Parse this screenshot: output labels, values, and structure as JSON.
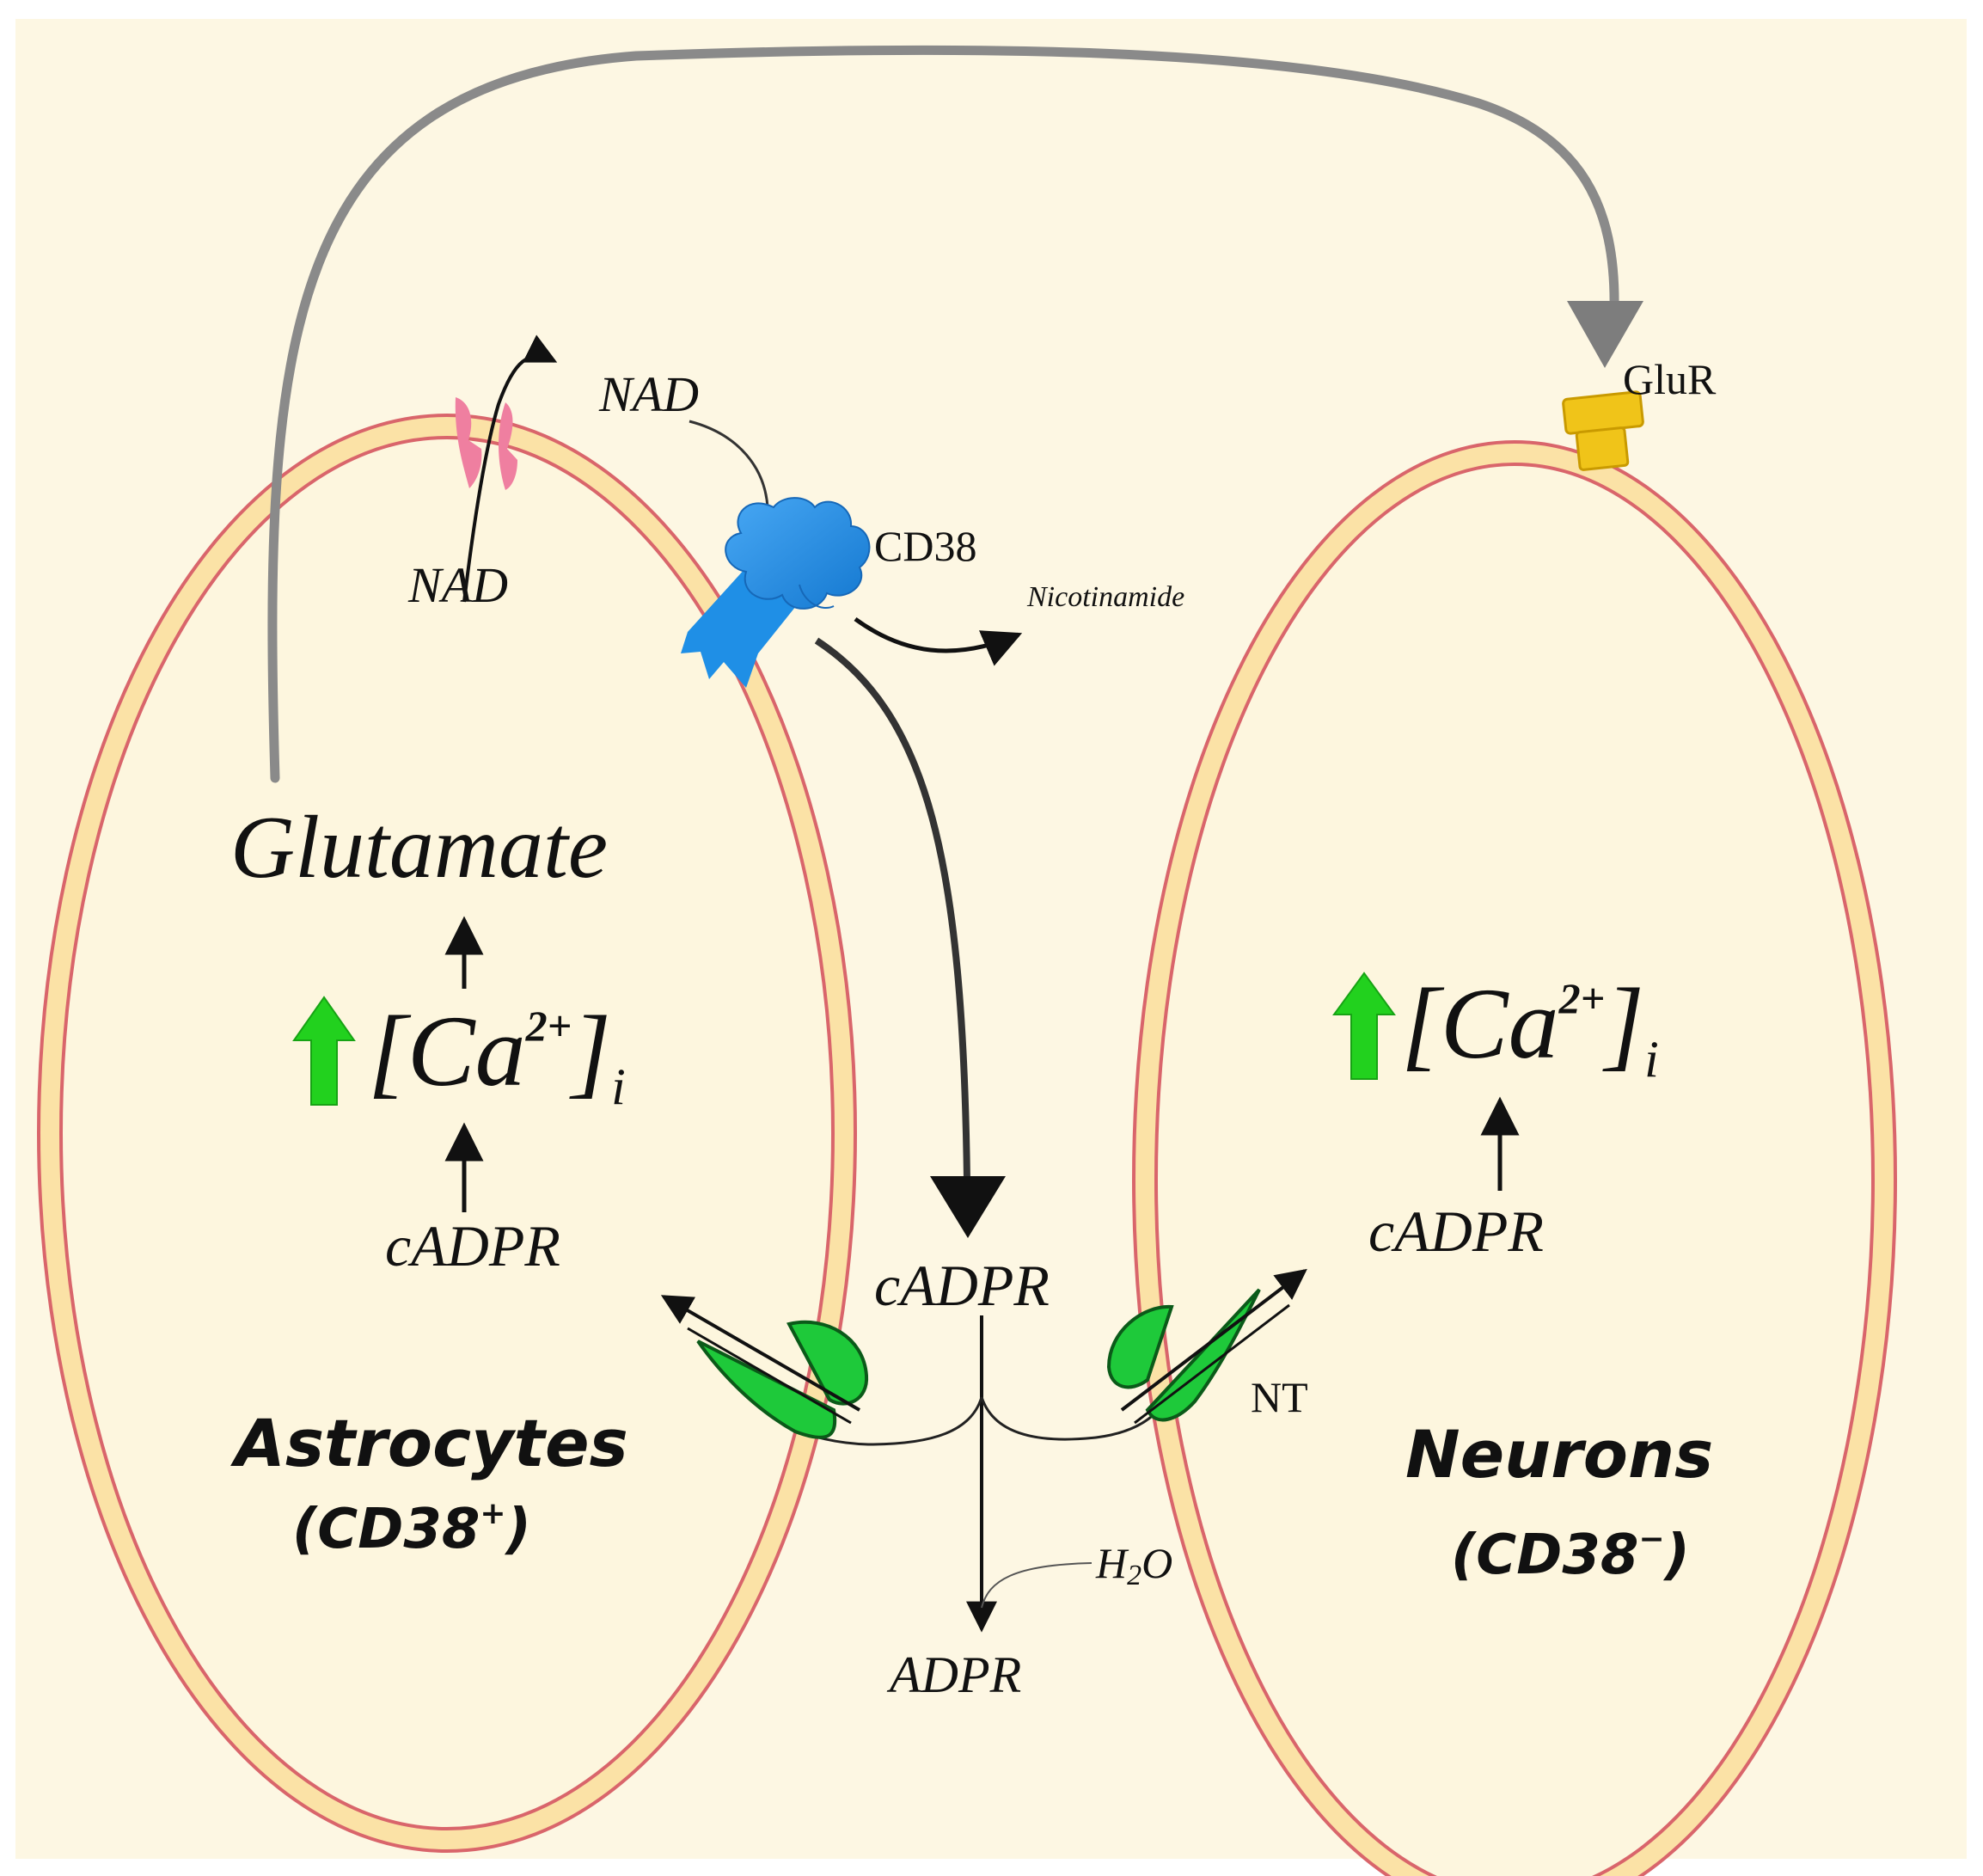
{
  "labels": {
    "nad_outside": "NAD",
    "nad_inside": "NAD",
    "cd38": "CD38",
    "nicotinamide": "Nicotinamide",
    "glur": "GluR",
    "glutamate": "Glutamate",
    "ca_astro_main": "[Ca",
    "ca_astro_sup": "2+",
    "ca_astro_close": "]",
    "ca_astro_sub": "i",
    "ca_neuron_main": "[Ca",
    "ca_neuron_sup": "2+",
    "ca_neuron_close": "]",
    "ca_neuron_sub": "i",
    "cadpr_astro": "cADPR",
    "cadpr_center": "cADPR",
    "cadpr_neuron": "cADPR",
    "nt": "NT",
    "h2o_h": "H",
    "h2o_2": "2",
    "h2o_o": "O",
    "adpr": "ADPR",
    "astrocytes": "Astrocytes",
    "astro_cd38": "(CD38",
    "astro_cd38_sup": "+",
    "astro_cd38_close": ")",
    "neurons": "Neurons",
    "neuron_cd38": "(CD38",
    "neuron_cd38_sup": "−",
    "neuron_cd38_close": ")"
  },
  "colors": {
    "background": "#fdf7e3",
    "membrane_outer": "#d9656b",
    "membrane_fill": "#fbe2a6",
    "cd38_blue": "#1f8fe6",
    "channel_pink": "#ef7fa0",
    "glur_yellow": "#f0c419",
    "transporter_green": "#1ec93a",
    "up_arrow_green": "#22d11e",
    "grey_arrow": "#8a8a8a"
  },
  "icons": {
    "cd38": "cd38-enzyme-icon",
    "channel": "nad-channel-icon",
    "receptor": "glutamate-receptor-icon",
    "transporter": "nucleoside-transporter-icon",
    "increase": "up-arrow-icon"
  }
}
